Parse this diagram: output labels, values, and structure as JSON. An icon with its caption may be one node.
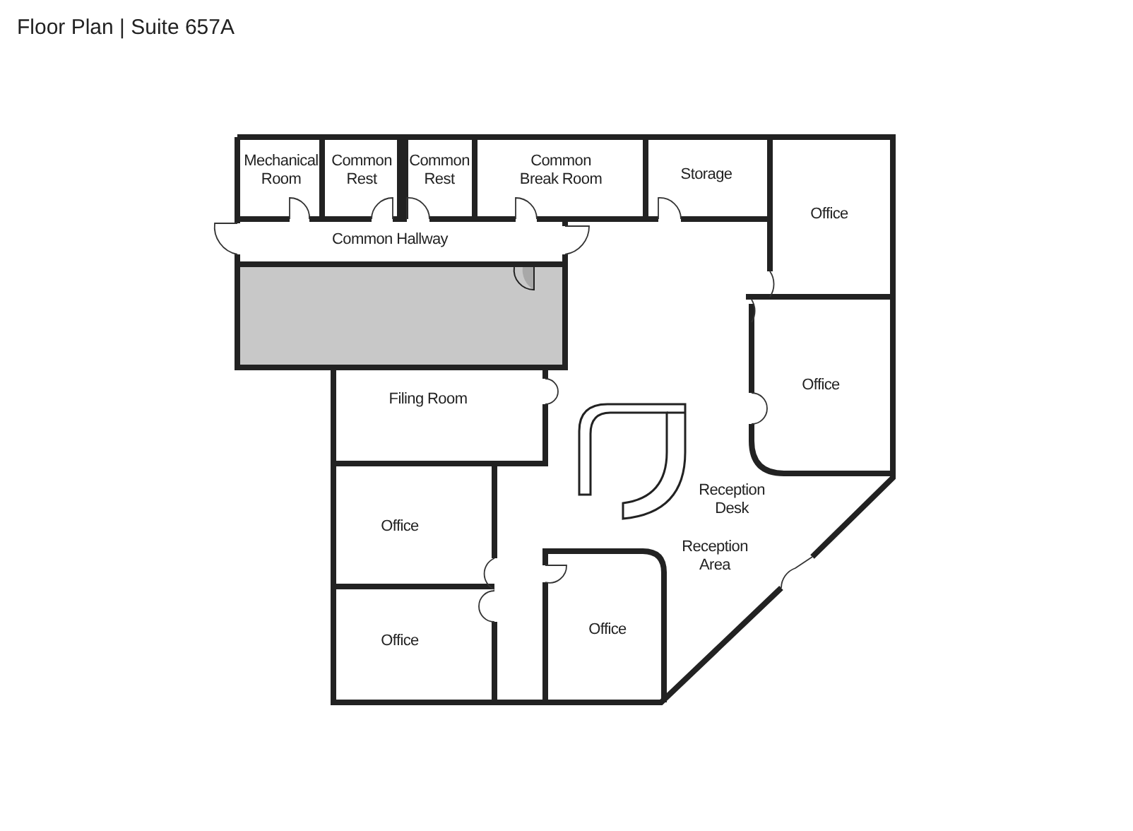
{
  "diagram": {
    "title": "Floor Plan | Suite 657A",
    "labels": [
      "Mechanical Room",
      "Common Rest",
      "Common Rest",
      "Common Break Room",
      "Storage",
      "Office",
      "Common Hallway",
      "Office",
      "Filing Room",
      "Reception Desk",
      "Office",
      "Reception Area",
      "Office",
      "Office"
    ]
  }
}
